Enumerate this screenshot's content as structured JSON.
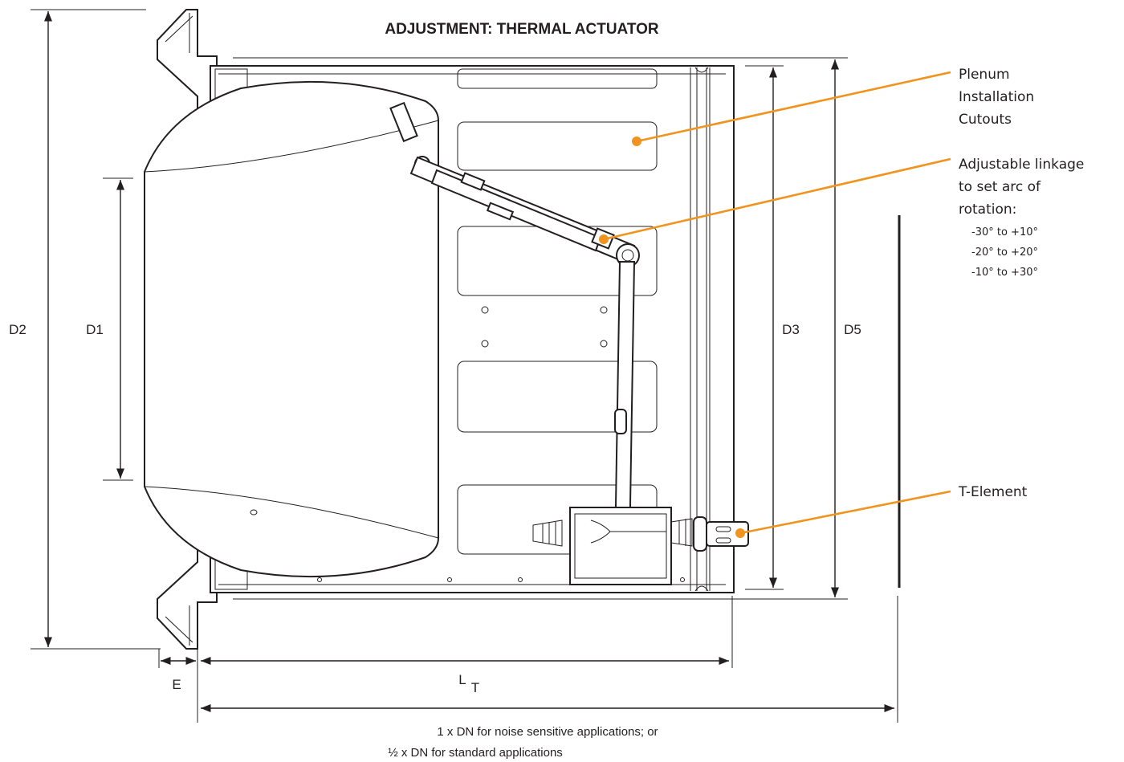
{
  "title": "ADJUSTMENT: THERMAL ACTUATOR",
  "dimensions": {
    "d2": "D2",
    "d1": "D1",
    "d3": "D3",
    "d5": "D5",
    "e": "E",
    "lt_main": "L",
    "lt_sub": "T"
  },
  "callouts": {
    "plenum": [
      "Plenum",
      "Installation",
      "Cutouts"
    ],
    "linkage": [
      "Adjustable linkage",
      "to set arc of",
      "rotation:"
    ],
    "ranges": [
      "-30° to +10°",
      "-20° to +20°",
      "-10° to +30°"
    ],
    "t_element": "T-Element"
  },
  "note": {
    "line1": "1 x DN for noise sensitive applications; or",
    "line2": "½ x DN for standard applications"
  },
  "colors": {
    "leader": "#f0931f",
    "line": "#231f20"
  }
}
